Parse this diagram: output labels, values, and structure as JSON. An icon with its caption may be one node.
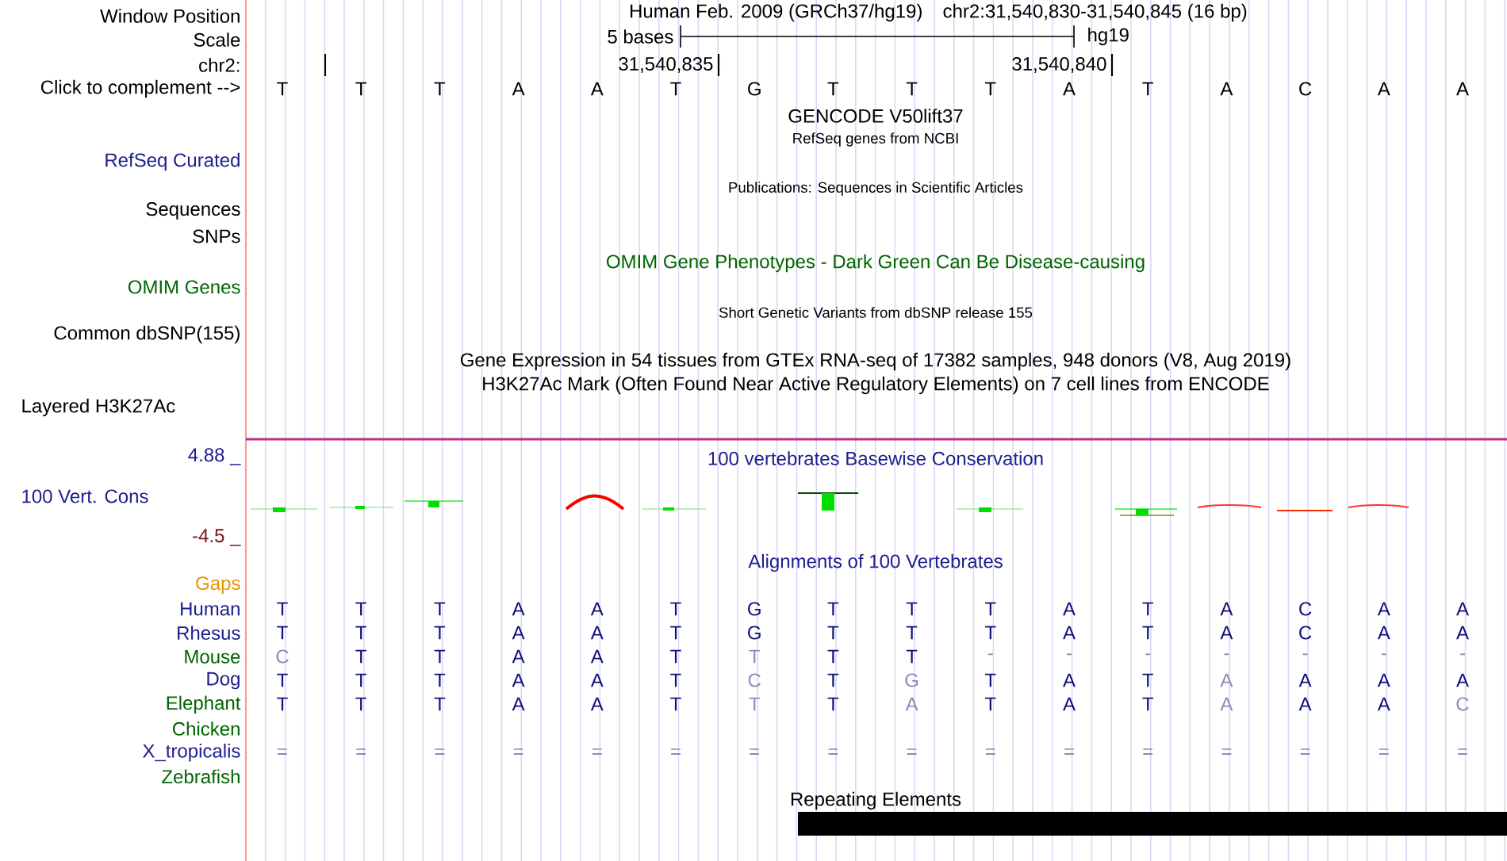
{
  "diagram": {
    "labels": [
      "Window Position",
      "Scale",
      "chr2:",
      "Click to complement -->",
      "Human Feb. 2009 (GRCh37/hg19)",
      "chr2:31,540,830-31,540,845 (16 bp)",
      "5 bases",
      "hg19",
      "31,540,835",
      "31,540,840",
      "T",
      "T",
      "T",
      "A",
      "A",
      "T",
      "G",
      "T",
      "T",
      "T",
      "A",
      "T",
      "A",
      "C",
      "A",
      "A",
      "GENCODE V50lift37",
      "RefSeq genes from NCBI",
      "RefSeq Curated",
      "Publications: Sequences in Scientific Articles",
      "Sequences",
      "SNPs",
      "OMIM Gene Phenotypes - Dark Green Can Be Disease-causing",
      "OMIM Genes",
      "Short Genetic Variants from dbSNP release 155",
      "Common dbSNP(155)",
      "Gene Expression in 54 tissues from GTEx RNA-seq of 17382 samples, 948 donors (V8, Aug 2019)",
      "H3K27Ac Mark (Often Found Near Active Regulatory Elements) on 7 cell lines from ENCODE",
      "Layered H3K27Ac",
      "4.88 _",
      "100 vertebrates Basewise Conservation",
      "100 Vert. Cons",
      "-4.5 _",
      "Alignments of 100 Vertebrates",
      "Gaps",
      "Human",
      "Rhesus",
      "Mouse",
      "Dog",
      "Elephant",
      "Chicken",
      "X_tropicalis",
      "Zebrafish",
      "T",
      "T",
      "T",
      "A",
      "A",
      "T",
      "G",
      "T",
      "T",
      "T",
      "A",
      "T",
      "A",
      "C",
      "A",
      "A",
      "T",
      "T",
      "T",
      "A",
      "A",
      "T",
      "G",
      "T",
      "T",
      "T",
      "A",
      "T",
      "A",
      "C",
      "A",
      "A",
      "C",
      "T",
      "T",
      "A",
      "A",
      "T",
      "T",
      "T",
      "T",
      "-",
      "-",
      "-",
      "-",
      "-",
      "-",
      "-",
      "T",
      "T",
      "T",
      "A",
      "A",
      "T",
      "C",
      "T",
      "G",
      "T",
      "A",
      "T",
      "A",
      "A",
      "A",
      "A",
      "T",
      "T",
      "T",
      "A",
      "A",
      "T",
      "T",
      "T",
      "A",
      "T",
      "A",
      "T",
      "A",
      "A",
      "A",
      "C",
      "=",
      "=",
      "=",
      "=",
      "=",
      "=",
      "=",
      "=",
      "=",
      "=",
      "=",
      "=",
      "=",
      "=",
      "=",
      "=",
      "Repeating Elements"
    ]
  }
}
